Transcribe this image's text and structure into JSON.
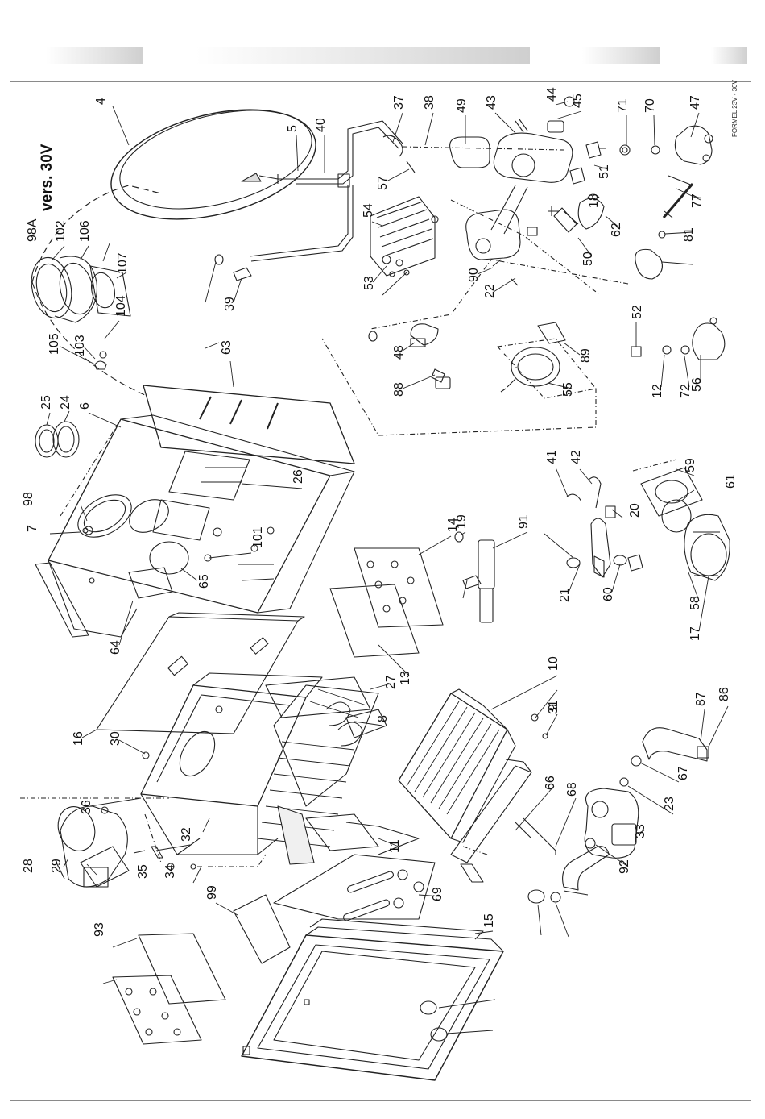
{
  "header": {
    "model_label": "FORMEL 23V - 30V",
    "version_label": "vers. 30V"
  },
  "parts": [
    {
      "id": "4"
    },
    {
      "id": "5"
    },
    {
      "id": "40"
    },
    {
      "id": "37"
    },
    {
      "id": "38"
    },
    {
      "id": "49"
    },
    {
      "id": "43"
    },
    {
      "id": "44"
    },
    {
      "id": "45"
    },
    {
      "id": "71"
    },
    {
      "id": "70"
    },
    {
      "id": "47"
    },
    {
      "id": "57"
    },
    {
      "id": "51"
    },
    {
      "id": "18"
    },
    {
      "id": "77"
    },
    {
      "id": "62"
    },
    {
      "id": "50"
    },
    {
      "id": "81"
    },
    {
      "id": "54"
    },
    {
      "id": "53"
    },
    {
      "id": "90"
    },
    {
      "id": "22"
    },
    {
      "id": "98A"
    },
    {
      "id": "102"
    },
    {
      "id": "106"
    },
    {
      "id": "107"
    },
    {
      "id": "104"
    },
    {
      "id": "105"
    },
    {
      "id": "103"
    },
    {
      "id": "39"
    },
    {
      "id": "48"
    },
    {
      "id": "88"
    },
    {
      "id": "55"
    },
    {
      "id": "89"
    },
    {
      "id": "52"
    },
    {
      "id": "12"
    },
    {
      "id": "72"
    },
    {
      "id": "56"
    },
    {
      "id": "63"
    },
    {
      "id": "25"
    },
    {
      "id": "24"
    },
    {
      "id": "6"
    },
    {
      "id": "26"
    },
    {
      "id": "98"
    },
    {
      "id": "7"
    },
    {
      "id": "101"
    },
    {
      "id": "65"
    },
    {
      "id": "64"
    },
    {
      "id": "14"
    },
    {
      "id": "19"
    },
    {
      "id": "91"
    },
    {
      "id": "41"
    },
    {
      "id": "42"
    },
    {
      "id": "20"
    },
    {
      "id": "21"
    },
    {
      "id": "60"
    },
    {
      "id": "59"
    },
    {
      "id": "61"
    },
    {
      "id": "58"
    },
    {
      "id": "17"
    },
    {
      "id": "13"
    },
    {
      "id": "16"
    },
    {
      "id": "27"
    },
    {
      "id": "8"
    },
    {
      "id": "10"
    },
    {
      "id": "9"
    },
    {
      "id": "31"
    },
    {
      "id": "30"
    },
    {
      "id": "36"
    },
    {
      "id": "11"
    },
    {
      "id": "66"
    },
    {
      "id": "68"
    },
    {
      "id": "87"
    },
    {
      "id": "86"
    },
    {
      "id": "67"
    },
    {
      "id": "23"
    },
    {
      "id": "33"
    },
    {
      "id": "32"
    },
    {
      "id": "28"
    },
    {
      "id": "29"
    },
    {
      "id": "35"
    },
    {
      "id": "34"
    },
    {
      "id": "99"
    },
    {
      "id": "69"
    },
    {
      "id": "15"
    },
    {
      "id": "92"
    },
    {
      "id": "93"
    }
  ]
}
